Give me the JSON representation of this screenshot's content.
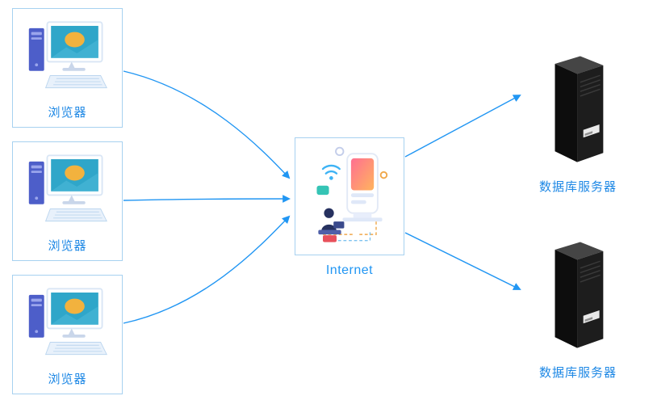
{
  "diagram": {
    "clients": [
      {
        "label": "浏览器"
      },
      {
        "label": "浏览器"
      },
      {
        "label": "浏览器"
      }
    ],
    "internet": {
      "label": "Internet"
    },
    "servers": [
      {
        "label": "数据库服务器"
      },
      {
        "label": "数据库服务器"
      }
    ],
    "colors": {
      "accent_arrow": "#2196f3",
      "box_border": "#a7d1f0",
      "label_text": "#1e88e5"
    }
  }
}
